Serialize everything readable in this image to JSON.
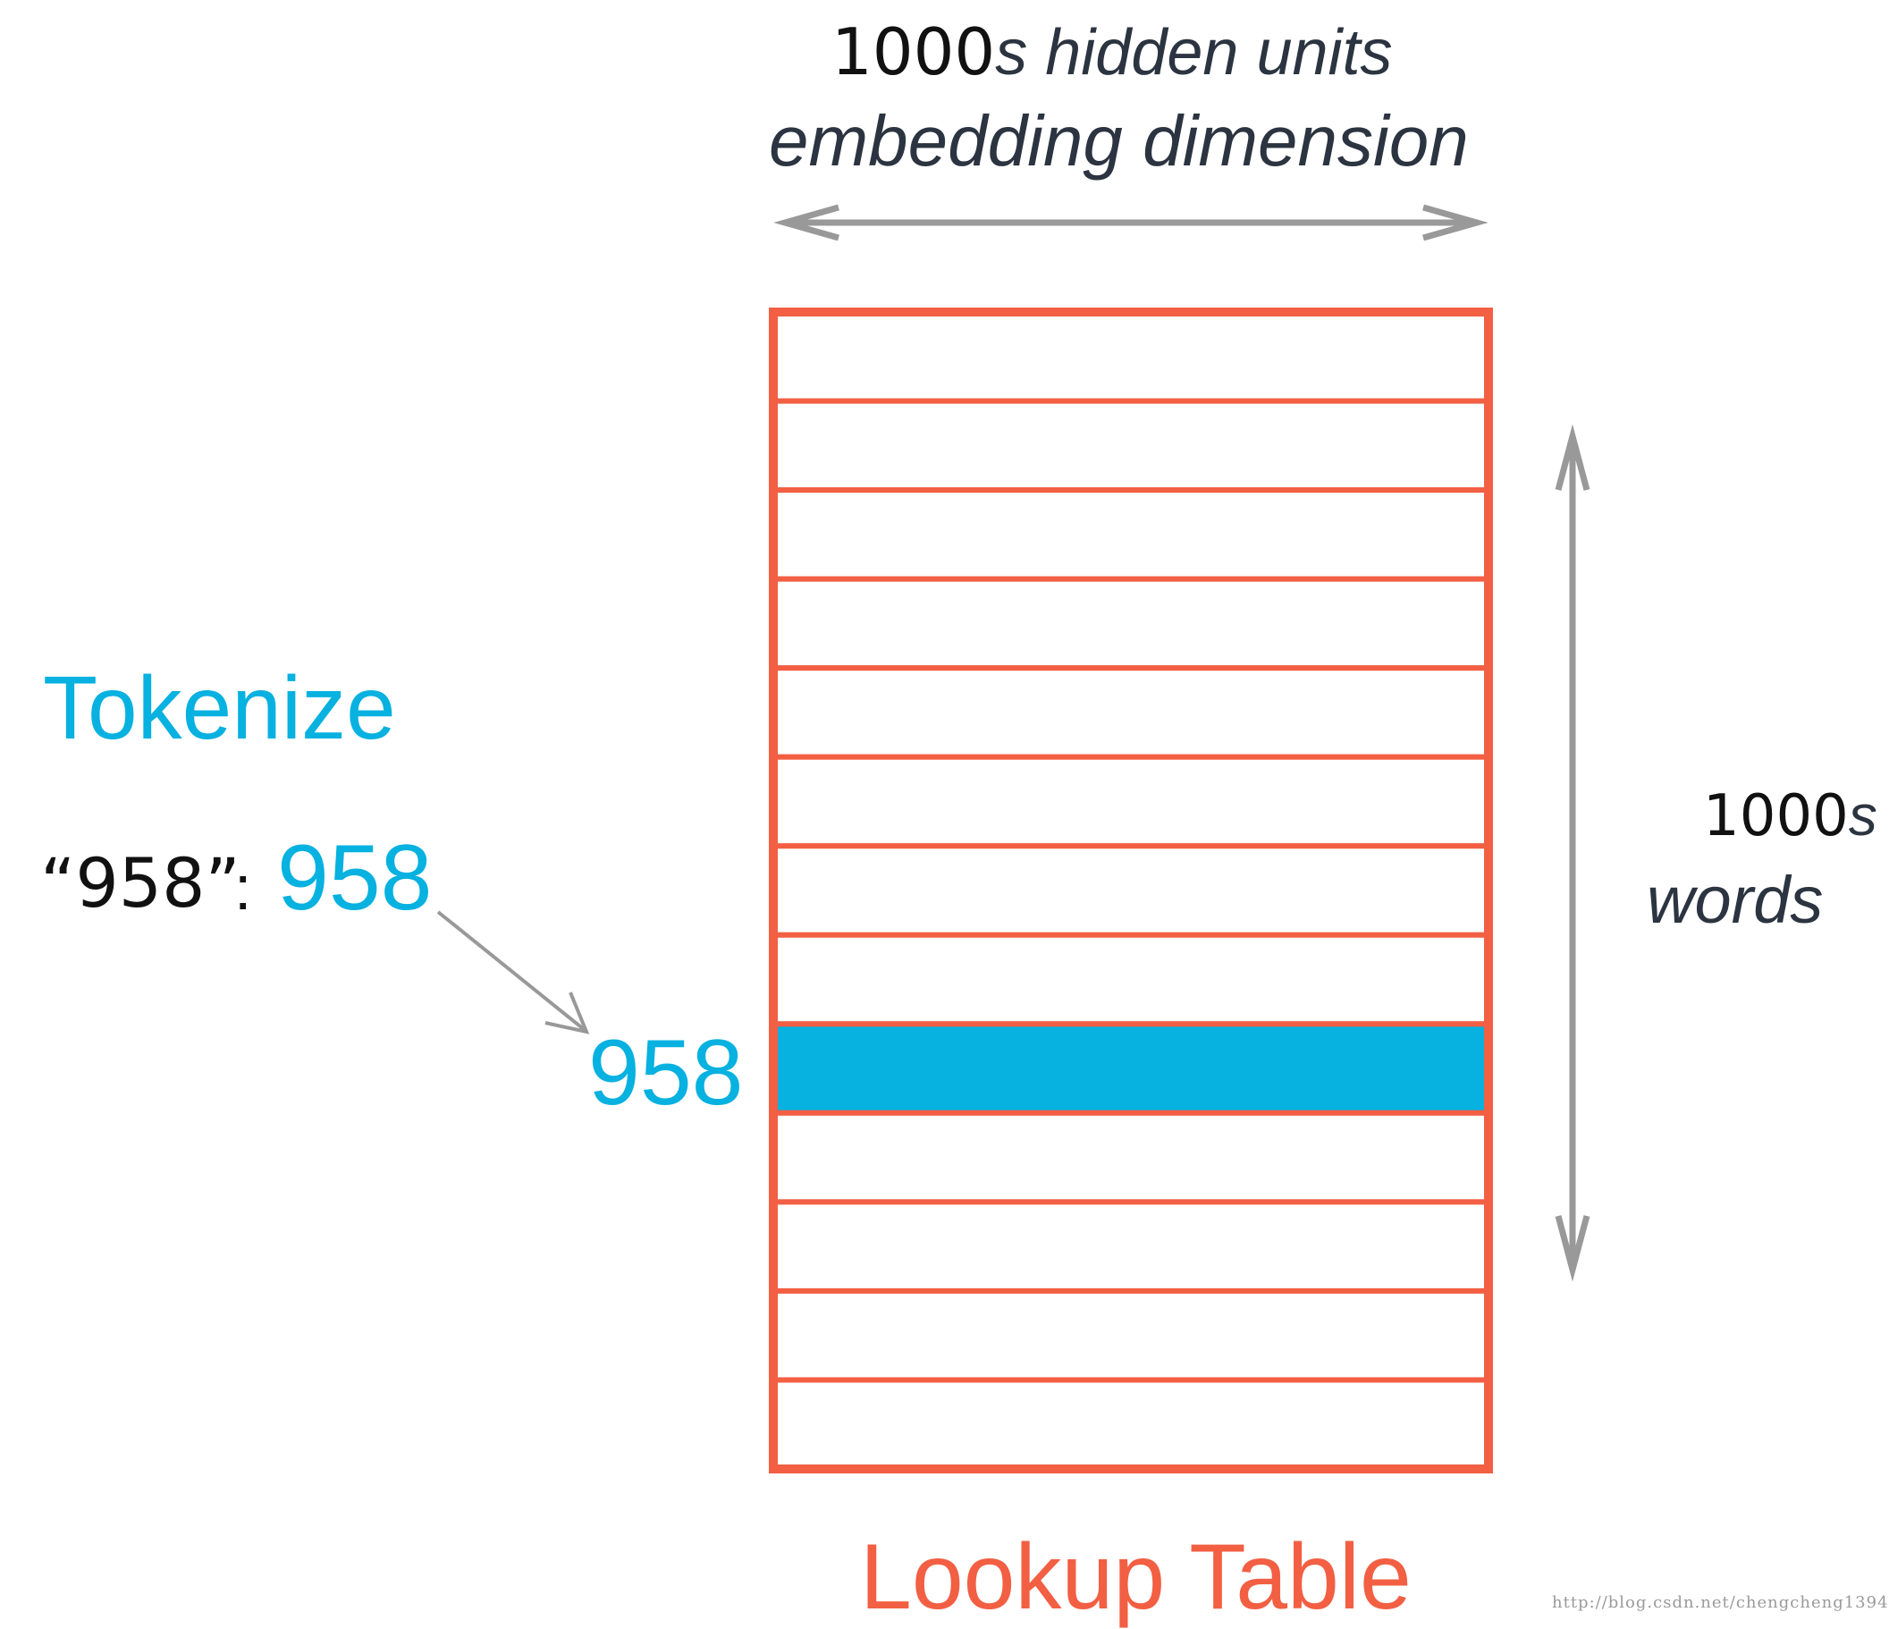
{
  "labels": {
    "width_num": "1000",
    "width_text": "s hidden units",
    "width_sub": "embedding dimension",
    "height_num": "1000",
    "height_s": "s",
    "height_text": "words",
    "tokenize": "Tokenize",
    "quoted_token": "“958”",
    "colon": ":",
    "token_id": "958",
    "row_label": "958",
    "table_title": "Lookup Table",
    "watermark": "http://blog.csdn.net/chengcheng1394"
  },
  "table": {
    "rows": 13,
    "highlighted_row_index": 8,
    "border_color": "#f25f43",
    "highlight_color": "#07b1e0"
  },
  "colors": {
    "arrow": "#999999",
    "accent_blue": "#07b1e0",
    "accent_red": "#f25f43",
    "text_dark": "#2b3440"
  }
}
